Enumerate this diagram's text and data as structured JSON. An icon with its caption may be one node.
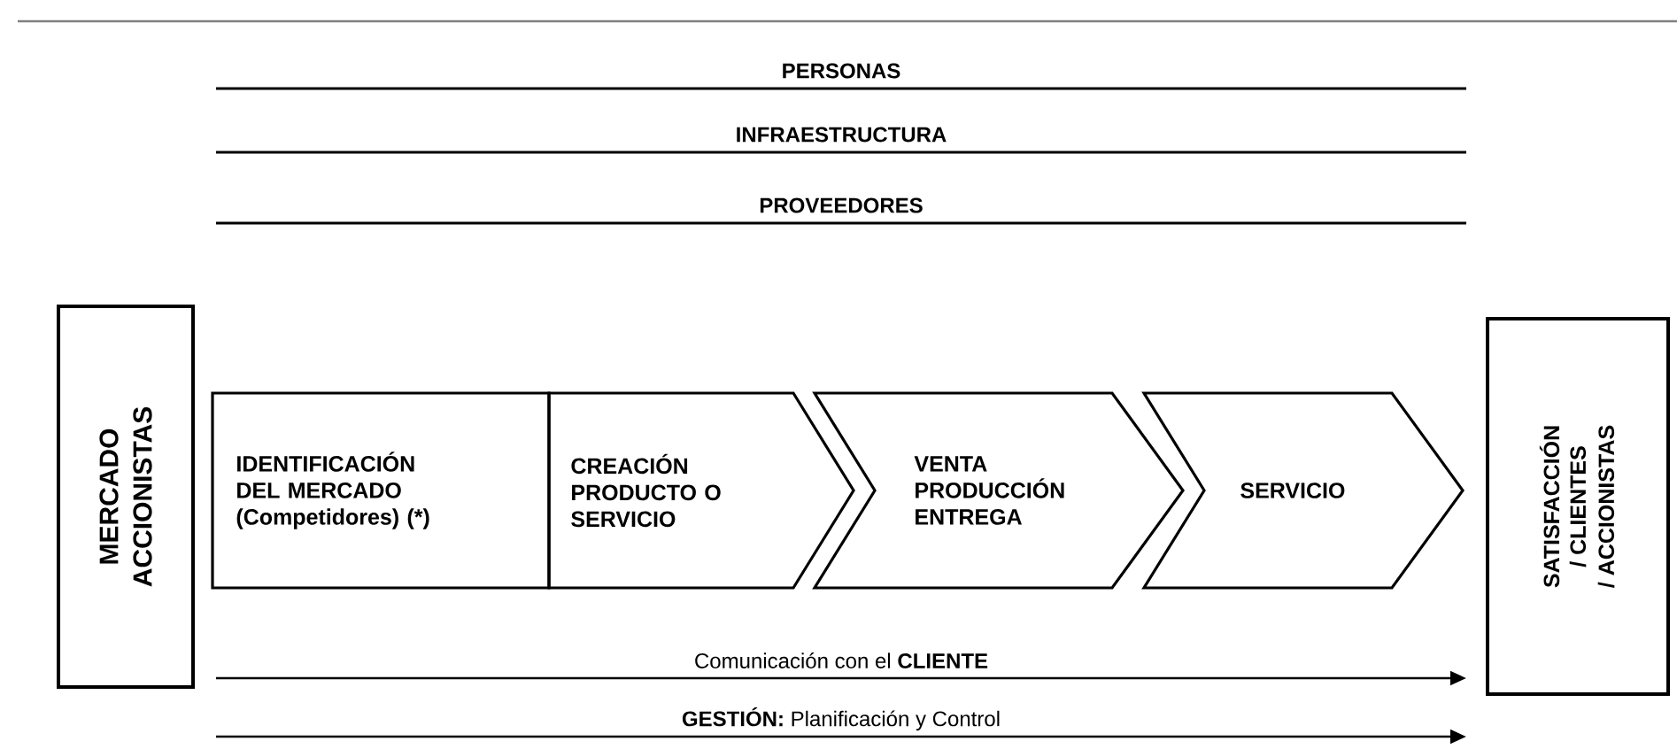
{
  "diagram": {
    "nodes": [
      {
        "text": [
          "MERCADO",
          "ACCIONISTAS"
        ]
      },
      {
        "text": [
          "IDENTIFICACIÓN DEL MERCADO (Competidores) (*)"
        ]
      },
      {
        "text": [
          "CREACIÓN PRODUCTO O SERVICIO"
        ]
      },
      {
        "text": [
          "VENTA PRODUCCIÓN ENTREGA"
        ]
      },
      {
        "text": [
          "SERVICIO"
        ]
      },
      {
        "text": [
          "SATISFACCIÓN",
          "/ CLIENTES",
          "/ ACCIONISTAS"
        ]
      }
    ],
    "labels": [
      "PERSONAS",
      "INFRAESTRUCTURA",
      "PROVEEDORES",
      "Comunicación con el **CLIENTE**",
      "**GESTIÓN:** Planificación y Control"
    ]
  }
}
